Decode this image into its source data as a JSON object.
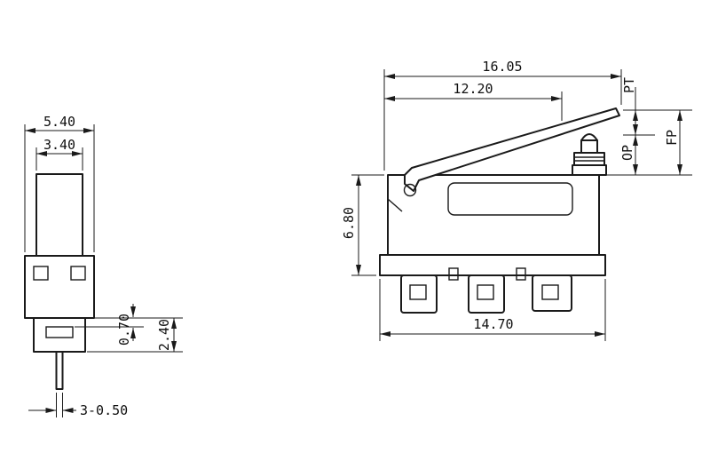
{
  "drawing": {
    "type": "technical-dimension-drawing",
    "subject": "subminiature waterproof micro switch with lever",
    "line_color": "#1a1a1a",
    "background": "#ffffff",
    "front_view": {
      "overall_width": "5.40",
      "button_width": "3.40",
      "step_height": "0.70",
      "base_height": "2.40",
      "terminal_note": "3-0.50"
    },
    "side_view": {
      "overall_length": "16.05",
      "lever_length": "12.20",
      "body_height": "6.80",
      "base_length": "14.70",
      "pretravel": "PT",
      "operating_position": "OP",
      "free_position": "FP"
    }
  }
}
